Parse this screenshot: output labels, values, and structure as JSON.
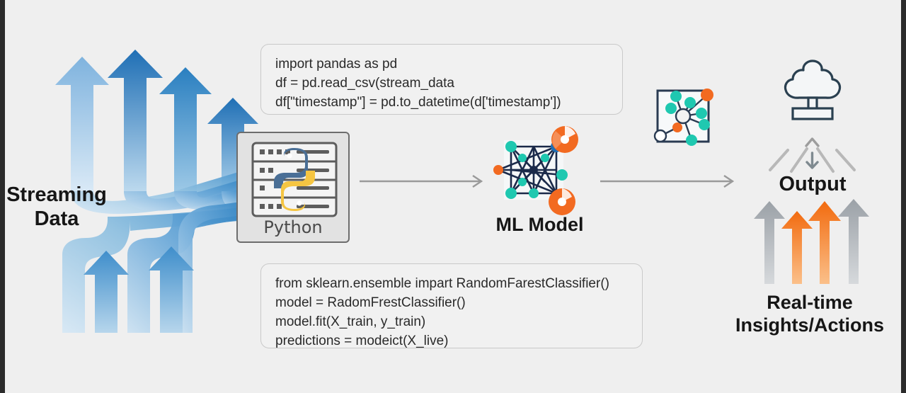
{
  "diagram": {
    "title": "Streaming data to real-time insights pipeline",
    "background_color": "#efefef"
  },
  "stages": {
    "streaming": {
      "label": "Streaming\nData",
      "label_line1": "Streaming",
      "label_line2": "Data",
      "icon": "upward-arrows-blue",
      "arrow_count": 6,
      "color": "#3a86c8"
    },
    "python": {
      "label": "Python",
      "icon": "python-server-rack",
      "card_color": "#e2e2e2",
      "border_color": "#6d6d6d",
      "python_blue": "#4a6f96",
      "python_yellow": "#f5c542"
    },
    "ml_model": {
      "label": "ML Model",
      "icon": "neural-network-graph",
      "node_teal": "#1fc8b0",
      "node_orange": "#f26a21",
      "node_blue": "#1f6fb5",
      "edge_color": "#1b2a4a"
    },
    "network_square": {
      "icon": "network-nodes-square",
      "node_teal": "#1fc8b0",
      "node_orange": "#f26a21",
      "frame_color": "#2a3b52"
    },
    "output": {
      "label": "Output",
      "icon": "tree-cloud-pedestal",
      "outline_color": "#2a4050",
      "ray_color": "#b8b8b8"
    },
    "realtime": {
      "label": "Real-time\nInsights/Actions",
      "label_line1": "Real-time",
      "label_line2": "Insights/Actions",
      "icon": "upward-arrows-orange-gray",
      "gray_color": "#a9aeb3",
      "orange_color": "#f5821f"
    }
  },
  "code_top": {
    "name": "pandas-ingest-snippet",
    "lines": [
      "import pandas as pd",
      "df = pd.read_csv(stream_data",
      "df[\"timestamp\"] = pd.to_datetime(d['timestamp'])"
    ]
  },
  "code_bottom": {
    "name": "sklearn-model-snippet",
    "lines": [
      "from sklearn.ensemble impart RandomFarestClassifier()",
      "model = RadomFrestClassifier()",
      "model.fit(X_train, y_train)",
      "predictions = modeict(X_live)"
    ]
  },
  "connectors": {
    "python_to_ml": "arrow-right",
    "ml_to_output": "arrow-right",
    "color": "#9a9a9a"
  }
}
